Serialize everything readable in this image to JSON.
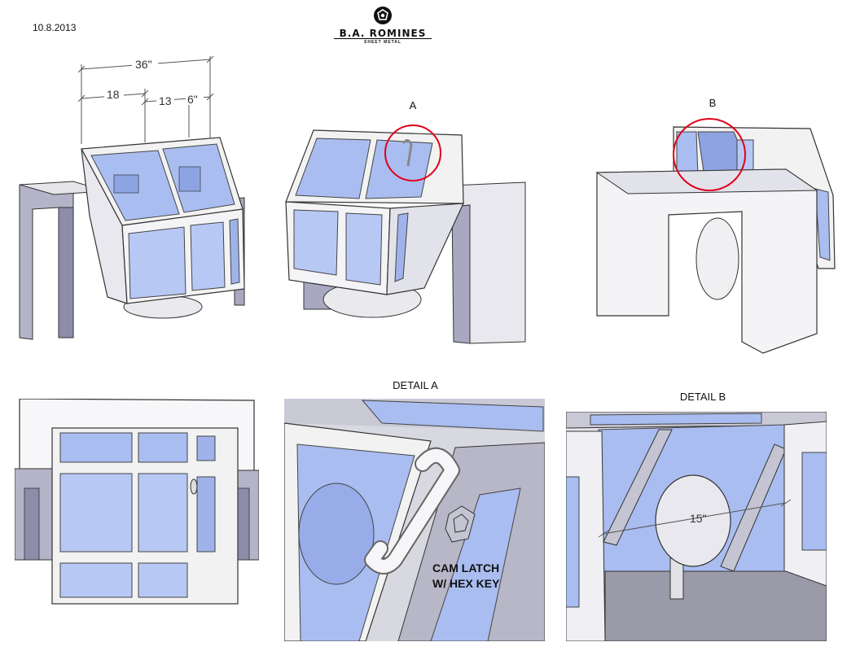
{
  "header": {
    "date": "10.8.2013",
    "logo_name": "B.A. ROMINES",
    "logo_subtitle": "SHEET METAL"
  },
  "views": {
    "a_label": "A",
    "b_label": "B",
    "detail_a_title": "DETAIL A",
    "detail_b_title": "DETAIL B"
  },
  "dimensions": {
    "overall": "36\"",
    "left_section": "18",
    "middle_section": "13",
    "right_section": "6\"",
    "wheel_diameter": "15\""
  },
  "annotations": {
    "cam_latch_line1": "CAM LATCH",
    "cam_latch_line2": "W/ HEX KEY"
  },
  "colors": {
    "glass": "#a9bdf0",
    "glass_dark": "#8ea4e2",
    "frame": "#f2f2f2",
    "frame_shade": "#c9c9d6",
    "stand": "#9c9cb4",
    "highlight_circle": "#e0001a"
  }
}
